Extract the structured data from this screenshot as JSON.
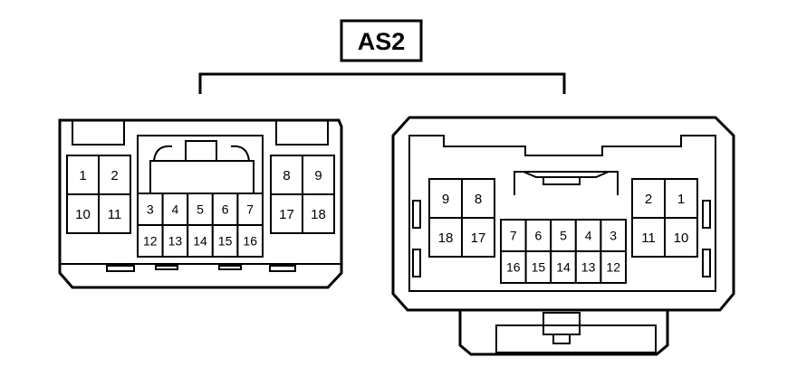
{
  "title": "AS2",
  "connectors": [
    {
      "name": "left-connector",
      "pins": [
        "1",
        "2",
        "10",
        "11",
        "3",
        "4",
        "5",
        "6",
        "7",
        "12",
        "13",
        "14",
        "15",
        "16",
        "8",
        "9",
        "17",
        "18"
      ]
    },
    {
      "name": "right-connector",
      "pins": [
        "9",
        "8",
        "18",
        "17",
        "7",
        "6",
        "5",
        "4",
        "3",
        "16",
        "15",
        "14",
        "13",
        "12",
        "2",
        "1",
        "11",
        "10"
      ]
    }
  ],
  "colors": {
    "line": "#000000",
    "background": "#ffffff"
  }
}
